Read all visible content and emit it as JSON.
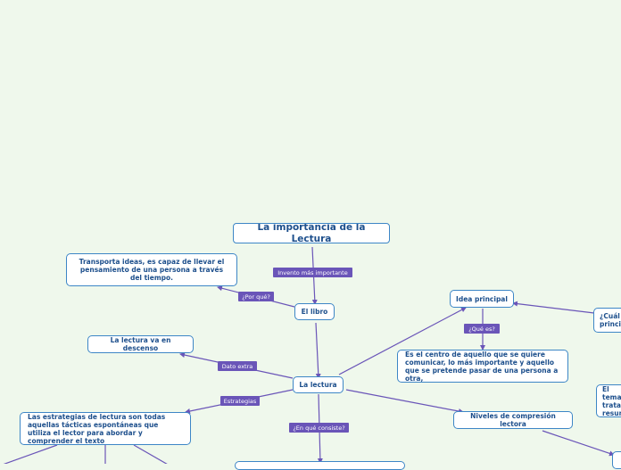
{
  "title": "La importancia de la Lectura",
  "nodes": {
    "libro": "El libro",
    "transporta": "Transporta ideas, es capaz de llevar el pensamiento de una persona a través del tiempo.",
    "lectura": "La lectura",
    "descenso": "La lectura va en descenso",
    "estrategias": "Las estrategias de lectura son todas aquellas tácticas espontáneas que utiliza el lector para abordar y comprender el texto",
    "idea_principal": "Idea principal",
    "centro": "Es el centro de aquello que se quiere comunicar, lo más importante y aquello que se pretende pasar de una persona a otra,",
    "niveles": "Niveles de compresión lectora",
    "cual_partial": "¿Cuál principal",
    "tema_partial": "El tema trata resum"
  },
  "labels": {
    "invento": "Invento más importante",
    "por_que": "¿Por qué?",
    "dato_extra": "Dato extra",
    "estrategias": "Estrategias",
    "en_que": "¿En qué consiste?",
    "que_es": "¿Qué es?"
  },
  "colors": {
    "background": "#eff8ec",
    "node_border": "#3d86c6",
    "node_text": "#1d4f8c",
    "label_bg": "#6a55b8",
    "edge": "#6a55b8"
  }
}
